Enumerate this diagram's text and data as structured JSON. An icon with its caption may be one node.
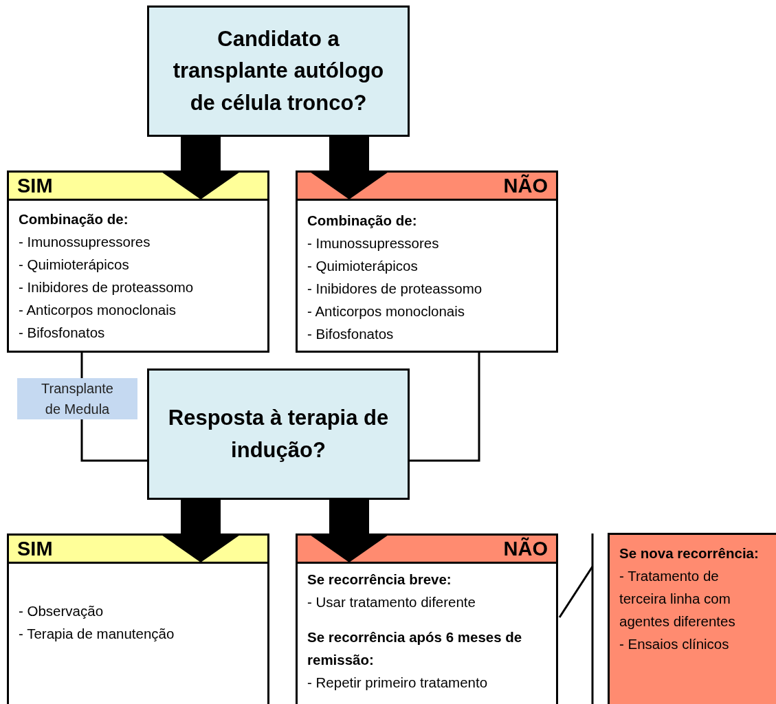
{
  "diagram": {
    "nodes": [
      {
        "text": [
          "Candidato a transplante autólogo de célula tronco?"
        ]
      },
      {
        "text": [
          "SIM"
        ]
      },
      {
        "text": [
          "Combinação de:",
          "- Imunossupressores",
          "- Quimioterápicos",
          "- Inibidores de proteassomo",
          "- Anticorpos monoclonais",
          "- Bifosfonatos"
        ]
      },
      {
        "text": [
          "NÃO"
        ]
      },
      {
        "text": [
          "Combinação de:",
          "- Imunossupressores",
          "- Quimioterápicos",
          "- Inibidores de proteassomo",
          "- Anticorpos monoclonais",
          "- Bifosfonatos"
        ]
      },
      {
        "text": [
          "Resposta à terapia de indução?"
        ]
      },
      {
        "text": [
          "SIM"
        ]
      },
      {
        "text": [
          "- Observação",
          "- Terapia de manutenção"
        ]
      },
      {
        "text": [
          "NÃO"
        ]
      },
      {
        "text": [
          "Se recorrência breve:",
          "- Usar tratamento diferente",
          "Se recorrência após 6 meses de remissão:",
          "- Repetir primeiro tratamento"
        ]
      },
      {
        "text": [
          "Se nova recorrência:",
          "- Tratamento de terceira linha com agentes diferentes",
          "- Ensaios clínicos"
        ]
      }
    ],
    "edges": [
      {
        "from": 0,
        "to": 1,
        "arrow": "to"
      },
      {
        "from": 0,
        "to": 3,
        "arrow": "to"
      },
      {
        "from": 2,
        "to": 5,
        "arrow": "none",
        "label": "Transplante de Medula"
      },
      {
        "from": 4,
        "to": 5,
        "arrow": "none"
      },
      {
        "from": 5,
        "to": 6,
        "arrow": "to"
      },
      {
        "from": 5,
        "to": 8,
        "arrow": "to"
      },
      {
        "from": 9,
        "to": 10,
        "arrow": "none"
      }
    ]
  }
}
